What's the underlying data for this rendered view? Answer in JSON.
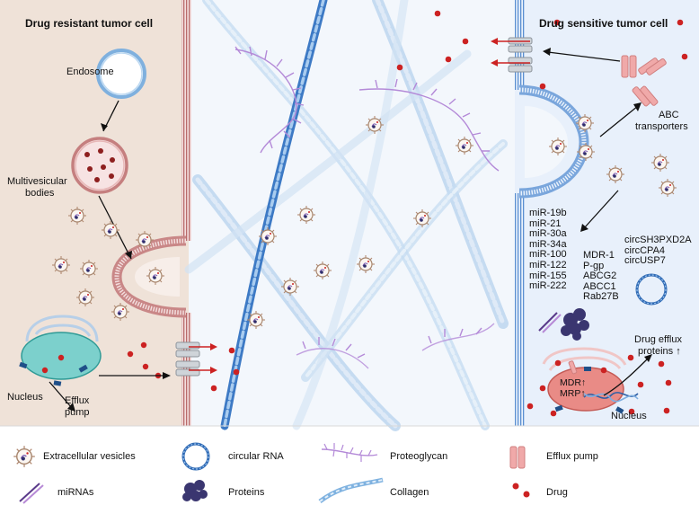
{
  "panels": {
    "left_title": "Drug resistant tumor cell",
    "right_title": "Drug sensitive tumor cell"
  },
  "labels": {
    "endosome": "Endosome",
    "multivesicular_line1": "Multivesicular",
    "multivesicular_line2": "bodies",
    "nucleus_left": "Nucleus",
    "efflux_line1": "Efflux",
    "efflux_line2": "pump",
    "abc_line1": "ABC",
    "abc_line2": "transporters",
    "drug_efflux_line1": "Drug efflux",
    "drug_efflux_line2": "proteins ↑",
    "mdr": "MDR↑",
    "mrp": "MRP↑",
    "nucleus_right": "Nucleus"
  },
  "mirna_list": [
    "miR-19b",
    "miR-21",
    "miR-30a",
    "miR-34a",
    "miR-100",
    "miR-122",
    "miR-155",
    "miR-222"
  ],
  "protein_list": [
    "MDR-1",
    "P-gp",
    "ABCG2",
    "ABCC1",
    "Rab27B"
  ],
  "circrna_list": [
    "circSH3PXD2A",
    "circCPA4",
    "circUSP7"
  ],
  "legend": {
    "extracellular_vesicles": "Extracellular vesicles",
    "circular_rna": "circular RNA",
    "proteoglycan": "Proteoglycan",
    "efflux_pump": "Efflux pump",
    "mirnas": "miRNAs",
    "proteins": "Proteins",
    "collagen": "Collagen",
    "drug": "Drug"
  },
  "colors": {
    "left_cell_bg": "#efe2d8",
    "right_cell_bg": "#e8f0fb",
    "ecm_bg": "#f3f7fc",
    "membrane_left": "#b96b6b",
    "membrane_right": "#5b8fd1",
    "drug": "#cc2222",
    "collagen": "#7fb2e0",
    "proteoglycan": "#b48ad8",
    "protein": "#3a3670",
    "nucleus": "#7cd0cc",
    "nucleus_right": "#e98b86",
    "efflux_pump": "#f0a9a9"
  }
}
